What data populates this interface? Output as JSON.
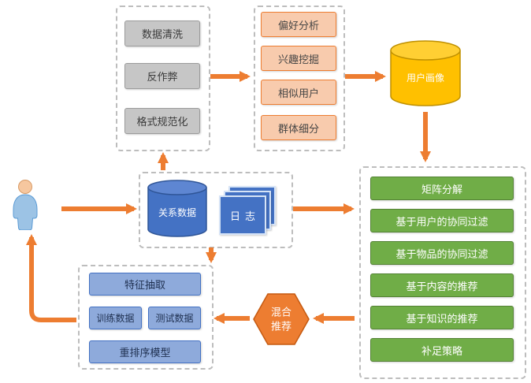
{
  "diagram": {
    "cleaning_group": {
      "items": [
        "数据清洗",
        "反作弊",
        "格式规范化"
      ]
    },
    "analysis_group": {
      "items": [
        "偏好分析",
        "兴趣挖掘",
        "相似用户",
        "群体细分"
      ]
    },
    "user_profile_db": {
      "label": "用户画像"
    },
    "source_group": {
      "relational_db": "关系数据",
      "logs": "日志"
    },
    "algorithm_group": {
      "items": [
        "矩阵分解",
        "基于用户的协同过滤",
        "基于物品的协同过滤",
        "基于内容的推荐",
        "基于知识的推荐",
        "补足策略"
      ]
    },
    "hybrid": {
      "label": "混合推荐"
    },
    "ranking_group": {
      "feature_extraction": "特征抽取",
      "training_data": "训练数据",
      "test_data": "测试数据",
      "rerank_model": "重排序模型"
    },
    "colors": {
      "arrow": "#ED7D31",
      "gray_box": "#C6C6C6",
      "salmon_box": "#F8CBAD",
      "green_box": "#70AD47",
      "blue_box": "#8EAADB",
      "yellow_db": "#FFC000",
      "blue_db": "#4472C4",
      "hexagon": "#ED7D31"
    }
  }
}
